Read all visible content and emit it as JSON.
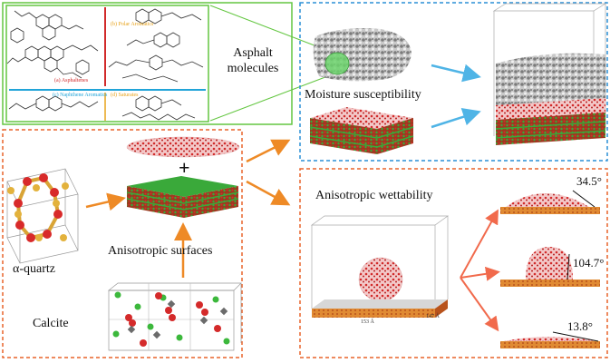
{
  "panels": {
    "molecules": {
      "title": "Asphalt molecules",
      "groups": [
        {
          "label": "(a) Asphaltenes",
          "color": "#d12a2a"
        },
        {
          "label": "(b) Polar Aromatics",
          "color": "#e7a21a"
        },
        {
          "label": "(c) Naphthene Aromatics",
          "color": "#21a4d8"
        },
        {
          "label": "(d) Saturates",
          "color": "#e7a21a"
        }
      ]
    },
    "surfaces": {
      "quartz_label": "α-quartz",
      "calcite_label": "Calcite",
      "title": "Anisotropic surfaces",
      "plus": "+"
    },
    "moisture": {
      "title": "Moisture susceptibility"
    },
    "wettability": {
      "title": "Anisotropic wettability",
      "dim_x": "153 Å",
      "dim_y": "147 Å",
      "angles": [
        "34.5°",
        "104.7°",
        "13.8°"
      ]
    }
  },
  "colors": {
    "molecules_frame": "#63c640",
    "surfaces_frame": "#e8632a",
    "moisture_frame": "#2a8fd6",
    "wettability_frame": "#e8632a",
    "arrow_orange": "#ee8a26",
    "arrow_blue": "#4fb4e6",
    "arrow_red": "#f16a4c"
  }
}
